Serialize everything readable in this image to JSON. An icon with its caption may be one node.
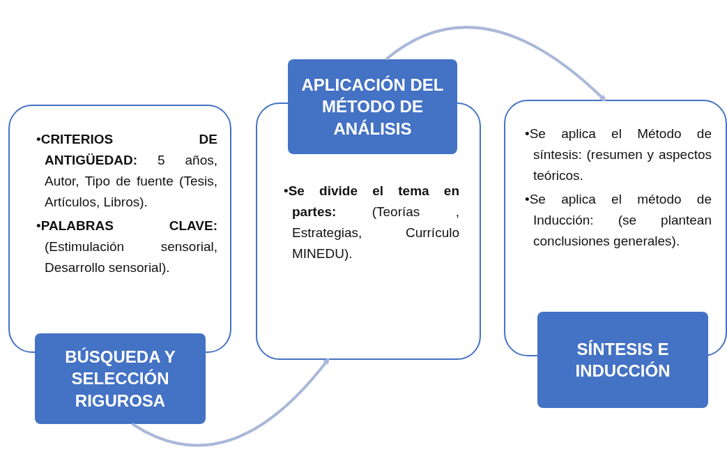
{
  "diagram": {
    "nodes": [
      {
        "text": [
          "•**CRITERIOS DE ANTIGÜEDAD:** 5 años, Autor, Tipo de fuente (Tesis, Artículos, Libros).",
          "•**PALABRAS CLAVE:** (Estimulación sensorial, Desarrollo sensorial)."
        ]
      },
      {
        "text": [
          "BÚSQUEDA Y SELECCIÓN RIGUROSA"
        ]
      },
      {
        "text": [
          "•**Se divide el tema en partes:** (Teorías , Estrategias, Currículo MINEDU)."
        ]
      },
      {
        "text": [
          "APLICACIÓN DEL MÉTODO DE ANÁLISIS"
        ]
      },
      {
        "text": [
          "•Se aplica el Método de síntesis: (resumen y aspectos teóricos.",
          "•Se aplica el método de Inducción: (se plantean conclusiones generales)."
        ]
      },
      {
        "text": [
          "SÍNTESIS E INDUCCIÓN"
        ]
      }
    ],
    "edges": [
      {
        "from": 1,
        "to": 2,
        "arrow": "to"
      },
      {
        "from": 3,
        "to": 4,
        "arrow": "to"
      }
    ]
  }
}
